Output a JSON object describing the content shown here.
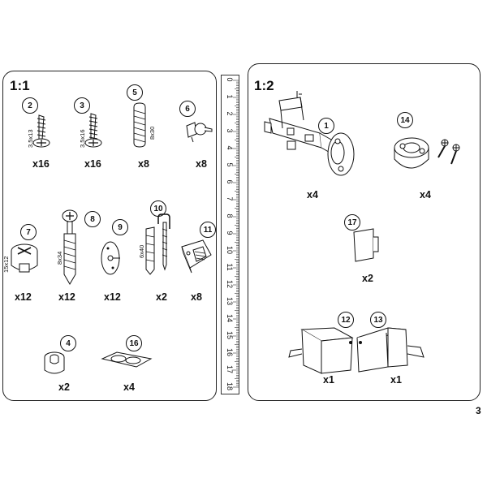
{
  "page_number": "3",
  "left_panel": {
    "scale": "1:1",
    "parts": [
      {
        "id": "2",
        "dimension": "3,5x13",
        "quantity": "x16"
      },
      {
        "id": "3",
        "dimension": "3,5x16",
        "quantity": "x16"
      },
      {
        "id": "5",
        "dimension": "8x30",
        "quantity": "x8"
      },
      {
        "id": "6",
        "dimension": "",
        "quantity": "x8"
      },
      {
        "id": "7",
        "dimension": "15x12",
        "quantity": "x12"
      },
      {
        "id": "8",
        "dimension": "8x34",
        "quantity": "x12"
      },
      {
        "id": "9",
        "dimension": "",
        "quantity": "x12"
      },
      {
        "id": "10",
        "dimension": "6x40",
        "quantity": "x2"
      },
      {
        "id": "11",
        "dimension": "",
        "quantity": "x8"
      },
      {
        "id": "4",
        "dimension": "",
        "quantity": "x2"
      },
      {
        "id": "16",
        "dimension": "",
        "quantity": "x4"
      }
    ]
  },
  "ruler": {
    "labels": [
      "0",
      "1",
      "2",
      "3",
      "4",
      "5",
      "6",
      "7",
      "8",
      "9",
      "10",
      "11",
      "12",
      "13",
      "14",
      "15",
      "16",
      "17",
      "18"
    ]
  },
  "right_panel": {
    "scale": "1:2",
    "parts": [
      {
        "id": "1",
        "quantity": "x4"
      },
      {
        "id": "14",
        "quantity": "x4"
      },
      {
        "id": "17",
        "quantity": "x2"
      },
      {
        "id": "12",
        "quantity": "x1"
      },
      {
        "id": "13",
        "quantity": "x1"
      }
    ]
  }
}
